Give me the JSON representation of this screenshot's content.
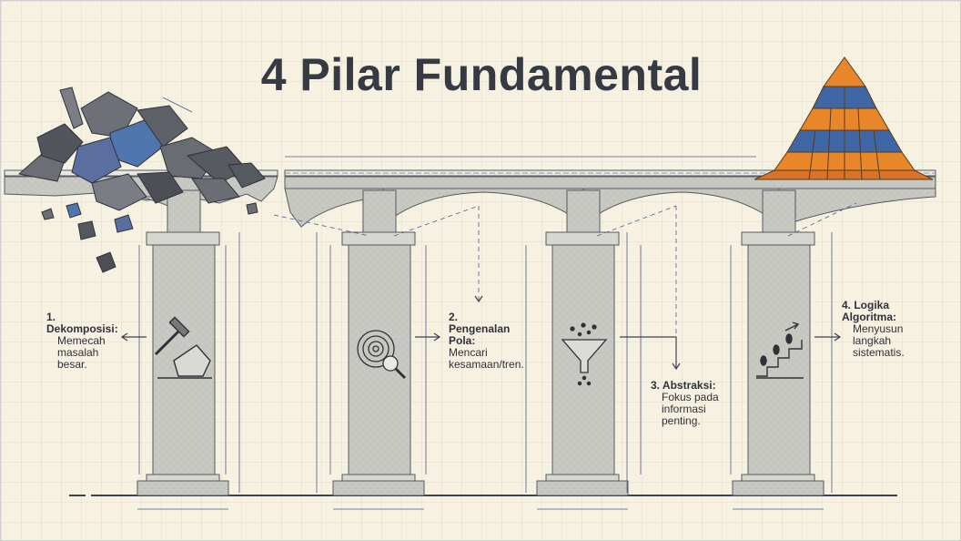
{
  "title": "4 Pilar Fundamental",
  "pillars": [
    {
      "heading": "1. Dekomposisi:",
      "desc": "Memecah masalah besar.",
      "icon": "hammer-rock-icon"
    },
    {
      "heading": "2. Pengenalan Pola:",
      "desc": "Mencari kesamaan/tren.",
      "icon": "fingerprint-magnifier-icon"
    },
    {
      "heading": "3. Abstraksi:",
      "desc": "Fokus pada informasi penting.",
      "icon": "funnel-icon"
    },
    {
      "heading": "4. Logika Algoritma:",
      "desc": "Menyusun langkah sistematis.",
      "icon": "stairs-footsteps-icon"
    }
  ],
  "colors": {
    "background": "#f7f1e1",
    "blueprint_line": "#4a5f8a",
    "concrete": "#c9c9c4",
    "pyramid_orange": "#e8862a",
    "pyramid_blue": "#3f67a6",
    "rubble": "#595c62"
  }
}
